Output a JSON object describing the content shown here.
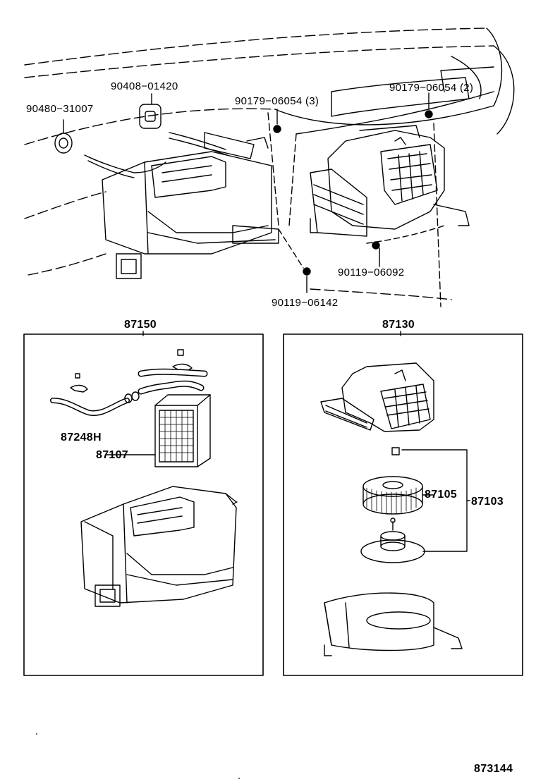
{
  "labels": {
    "p_90408_01420": "90408−01420",
    "p_90480_31007": "90480−31007",
    "p_90179_06054_3": "90179−06054 (3)",
    "p_90179_06054_2": "90179−06054 (2)",
    "p_90119_06092": "90119−06092",
    "p_90119_06142": "90119−06142",
    "p_87150": "87150",
    "p_87130": "87130",
    "p_87248H": "87248H",
    "p_87107": "87107",
    "p_87105": "87105",
    "p_87103": "87103",
    "p_873144": "873144"
  },
  "colors": {
    "line": "#000000",
    "background": "#ffffff"
  }
}
